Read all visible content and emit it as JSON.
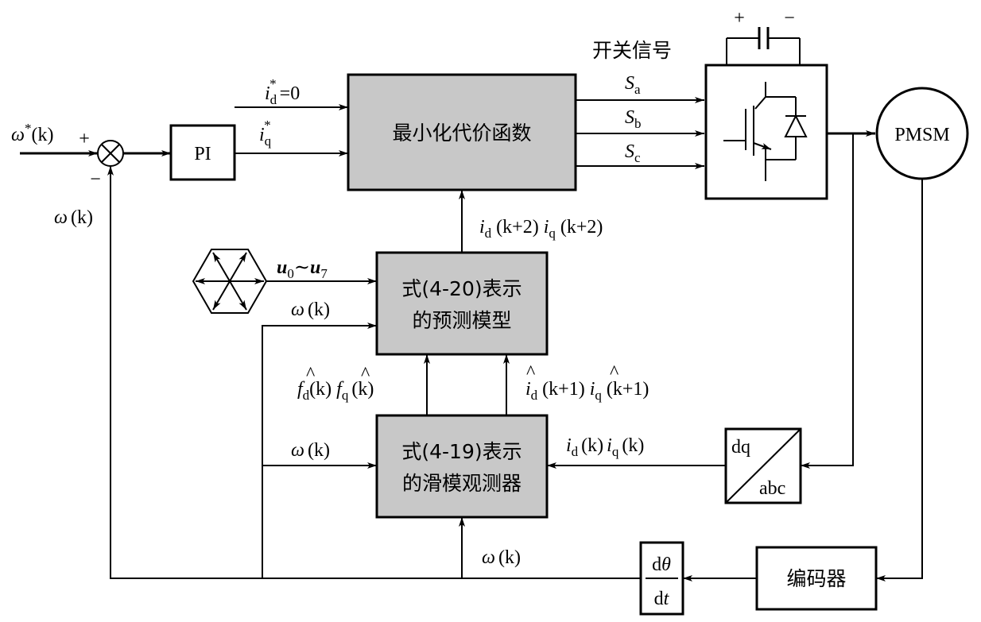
{
  "blocks": {
    "pi": "PI",
    "cost": "最小化代价函数",
    "predict_line1": "式(4-20)表示",
    "predict_line2": "的预测模型",
    "observer_line1": "式(4-19)表示",
    "observer_line2": "的滑模观测器",
    "pmsm": "PMSM",
    "encoder": "编码器",
    "dq": "dq",
    "abc": "abc",
    "deriv_num_d": "d",
    "deriv_num_theta": "θ",
    "deriv_den_d": "d",
    "deriv_den_t": "t"
  },
  "labels": {
    "switch_signal": "开关信号",
    "omega_ref": {
      "sym": "ω",
      "sup": "*",
      "arg": "(k)"
    },
    "plus": "+",
    "minus": "−",
    "omega_fb": {
      "sym": "ω",
      "arg": "(k)"
    },
    "id_ref": {
      "sym": "i",
      "sub": "d",
      "sup": "*",
      "eq": "=0"
    },
    "iq_ref": {
      "sym": "i",
      "sub": "q",
      "sup": "*"
    },
    "sa": {
      "sym": "S",
      "sub": "a"
    },
    "sb": {
      "sym": "S",
      "sub": "b"
    },
    "sc": {
      "sym": "S",
      "sub": "c"
    },
    "cap_plus": "+",
    "cap_minus": "−",
    "pred_out": {
      "i": "i",
      "d": "d",
      "q": "q",
      "arg": "(k+2)"
    },
    "vectors": {
      "u": "u",
      "sub0": "0",
      "tilde": "∼",
      "sub7": "7"
    },
    "omega_predict": {
      "sym": "ω",
      "arg": "(k)"
    },
    "f_hat": {
      "f": "f",
      "hat": "^",
      "d": "d",
      "q": "q",
      "arg": "(k)"
    },
    "i_hat": {
      "i": "i",
      "hat": "^",
      "d": "d",
      "q": "q",
      "arg": "(k+1)"
    },
    "omega_observer": {
      "sym": "ω",
      "arg": "(k)"
    },
    "i_meas": {
      "i": "i",
      "d": "d",
      "q": "q",
      "arg": "(k)"
    },
    "omega_bottom": {
      "sym": "ω",
      "arg": "(k)"
    }
  }
}
